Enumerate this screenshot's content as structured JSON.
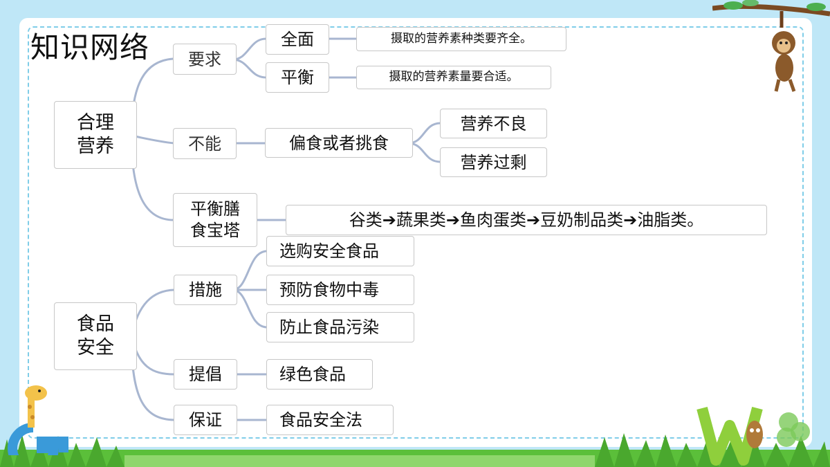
{
  "title": "知识网络",
  "colors": {
    "connector": "#a8b6d0",
    "sky": "#bfe7f7",
    "frame_dash": "#7fcde8",
    "grass": "#5bbf3a"
  },
  "nodes": {
    "hlyy_line1": "合理",
    "hlyy_line2": "营养",
    "yaoqiu": "要求",
    "quanmian": "全面",
    "quanmian_desc": "摄取的营养素种类要齐全。",
    "pingheng": "平衡",
    "pingheng_desc": "摄取的营养素量要合适。",
    "buneng": "不能",
    "pianshi": "偏食或者挑食",
    "yybl": "营养不良",
    "yygs": "营养过剩",
    "pyst_line1": "平衡膳",
    "pyst_line2": "食宝塔",
    "pagoda": "谷类➔蔬果类➔鱼肉蛋类➔豆奶制品类➔油脂类。",
    "spaq_line1": "食品",
    "spaq_line2": "安全",
    "cuoshi": "措施",
    "xuangou": "选购安全食品",
    "yufang": "预防食物中毒",
    "fangzhi": "防止食品污染",
    "tichang": "提倡",
    "lvse": "绿色食品",
    "baozheng": "保证",
    "spaqf": "食品安全法"
  }
}
